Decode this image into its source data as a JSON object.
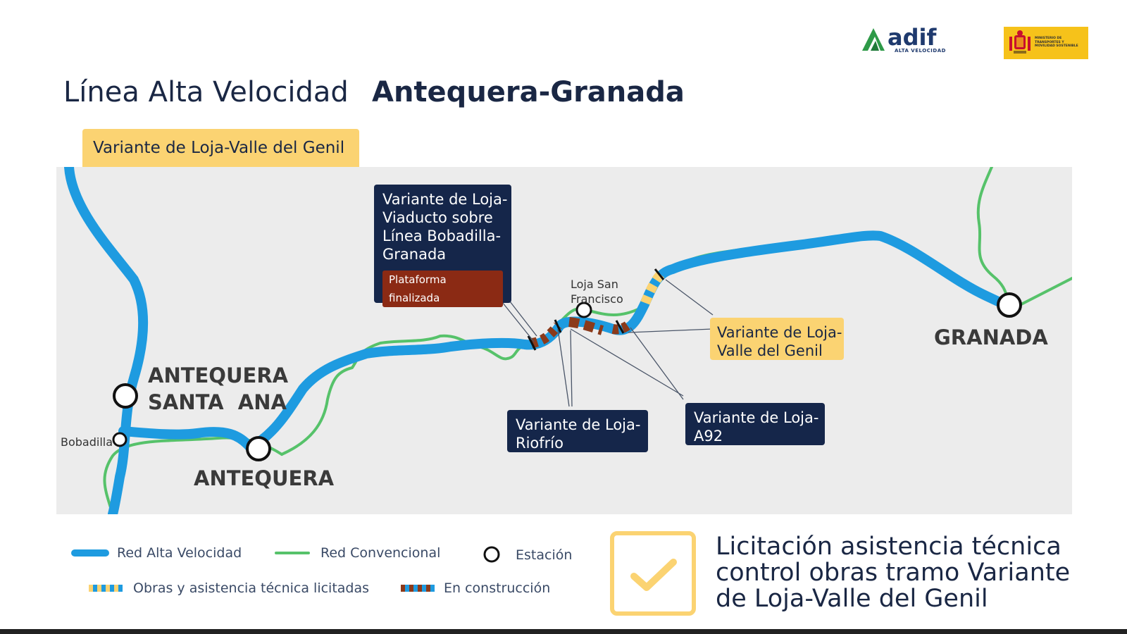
{
  "header": {
    "adif_logo": {
      "word": "adif",
      "sub": "ALTA VELOCIDAD",
      "icon": "adif-logo-icon"
    },
    "ministry_logo": {
      "text": "MINISTERIO DE TRANSPORTES Y MOVILIDAD SOSTENIBLE",
      "icon": "spain-coat-of-arms-icon"
    },
    "title_light": "Línea Alta Velocidad",
    "title_bold": "Antequera-Granada",
    "section_tag": "Variante de Loja-Valle del Genil"
  },
  "map": {
    "places": {
      "antequera_santa_ana": "ANTEQUERA\nSANTA  ANA",
      "antequera": "ANTEQUERA",
      "granada": "GRANADA",
      "bobadilla": "Bobadilla",
      "loja_san_francisco": "Loja San\nFrancisco"
    },
    "callouts": {
      "viaducto": {
        "text": "Variante de Loja-\nViaducto sobre\nLínea Bobadilla-\nGranada",
        "badge": "Plataforma finalizada"
      },
      "valle_genil": "Variante de Loja-\nValle del Genil",
      "riofrio": "Variante de Loja-\nRiofrío",
      "a92": "Variante de Loja-\nA92"
    }
  },
  "legend": {
    "high_speed": "Red Alta Velocidad",
    "conventional": "Red Convencional",
    "station": "Estación",
    "tendered": "Obras y asistencia técnica licitadas",
    "construction": "En construcción"
  },
  "notice": {
    "icon": "checkmark-icon",
    "text": "Licitación asistencia técnica\ncontrol obras tramo Variante\nde Loja-Valle del Genil"
  },
  "colors": {
    "high_speed_blue": "#1e9be0",
    "conventional_green": "#56c26a",
    "yellow": "#fbd372",
    "construction_brown": "#8b3a1a",
    "navy": "#15264a"
  }
}
